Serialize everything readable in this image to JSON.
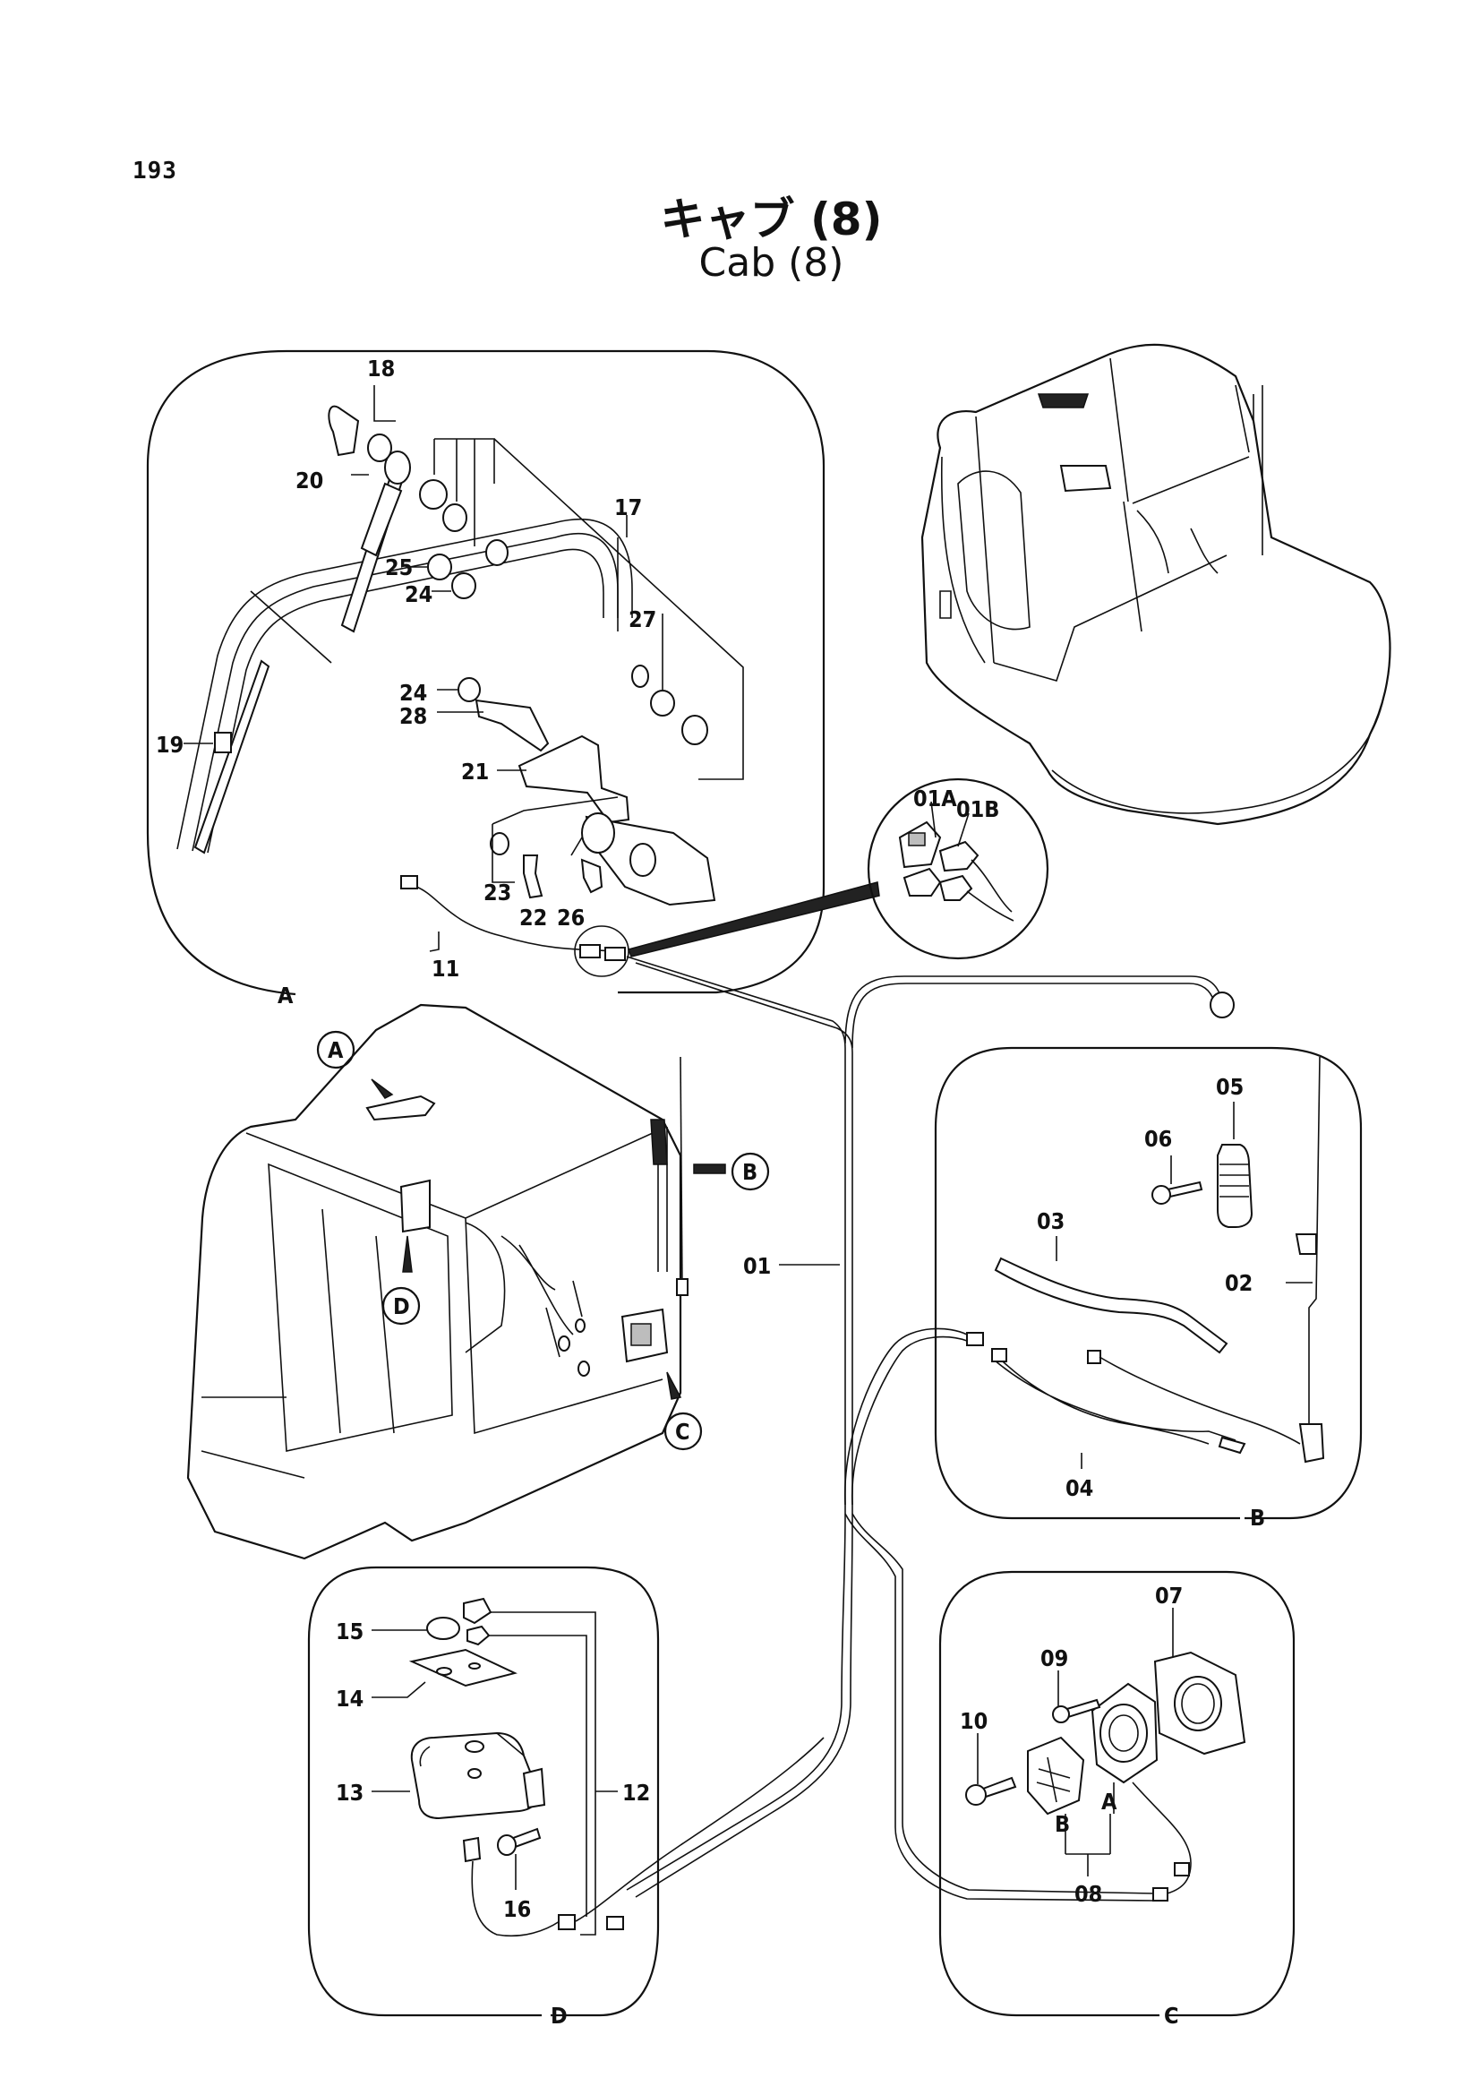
{
  "page_number": "193",
  "title_jp": "キャブ (8)",
  "title_en": "Cab (8)",
  "detail_labels": {
    "A": "A",
    "B": "B",
    "C": "C",
    "D": "D"
  },
  "callouts": {
    "A": "A",
    "B": "B",
    "C": "C",
    "D": "D"
  },
  "parts": {
    "p01": "01",
    "p01A": "01A",
    "p01B": "01B",
    "p02": "02",
    "p03": "03",
    "p04": "04",
    "p05": "05",
    "p06": "06",
    "p07": "07",
    "p08": "08",
    "p08A": "A",
    "p08B": "B",
    "p09": "09",
    "p10": "10",
    "p11": "11",
    "p12": "12",
    "p13": "13",
    "p14": "14",
    "p15": "15",
    "p16": "16",
    "p17": "17",
    "p18": "18",
    "p19": "19",
    "p20": "20",
    "p21": "21",
    "p22": "22",
    "p23": "23",
    "p24a": "24",
    "p24b": "24",
    "p25": "25",
    "p26": "26",
    "p27": "27",
    "p28": "28"
  }
}
